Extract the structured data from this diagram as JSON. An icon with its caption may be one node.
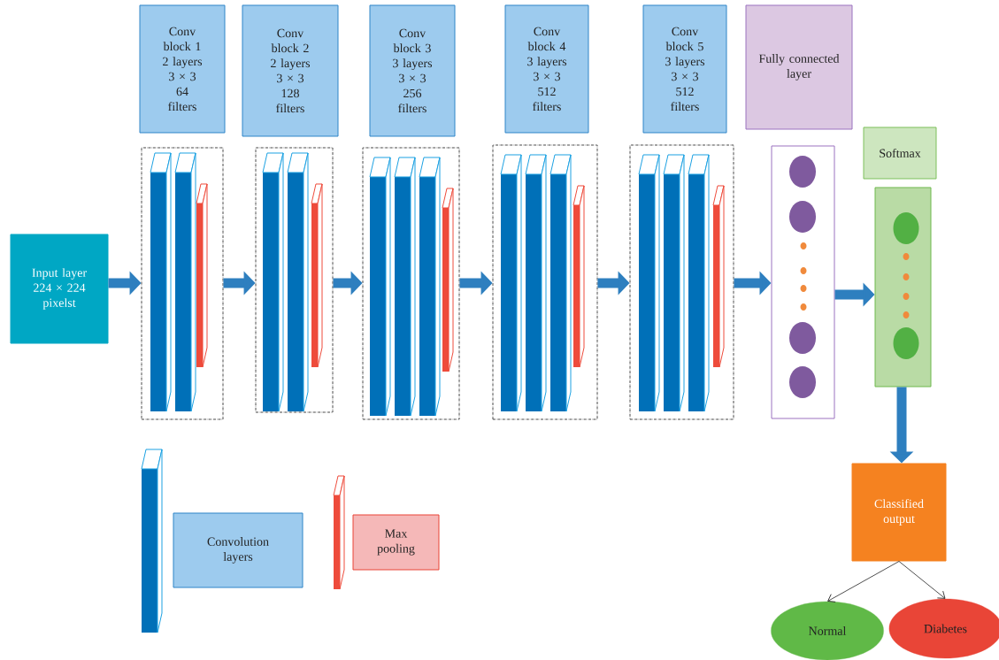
{
  "diagram": {
    "nodes": [
      {
        "text": [
          "Input layer 224 × 224 pixelst"
        ]
      },
      {
        "text": [
          "Conv block 1",
          "2 layers",
          "3 × 3",
          "64 filters"
        ]
      },
      {
        "text": [
          "Conv block 2",
          "2 layers",
          "3 × 3",
          "128 filters"
        ]
      },
      {
        "text": [
          "Conv block 3",
          "3 layers",
          "3 × 3",
          "256 filters"
        ]
      },
      {
        "text": [
          "Conv block 4",
          "3 layers",
          "3 × 3",
          "512 filters"
        ]
      },
      {
        "text": [
          "Conv block 5",
          "3 layers",
          "3 × 3",
          "512 filters"
        ]
      },
      {
        "text": [],
        "shape": "box"
      },
      {
        "text": [],
        "shape": "box"
      },
      {
        "text": [],
        "shape": "box"
      },
      {
        "text": [],
        "shape": "box"
      },
      {
        "text": [],
        "shape": "box"
      },
      {
        "text": [
          "Fully connected layer"
        ]
      },
      {
        "text": [],
        "shape": "box"
      },
      {
        "text": [
          "Softmax"
        ]
      },
      {
        "text": [],
        "shape": "box"
      },
      {
        "text": [
          "Classified output"
        ]
      },
      {
        "text": [
          "Normal"
        ]
      },
      {
        "text": [
          "Diabetes"
        ]
      }
    ],
    "edges": [
      {
        "from": 0,
        "to": 6,
        "arrow": "to"
      },
      {
        "from": 6,
        "to": 7,
        "arrow": "to"
      },
      {
        "from": 7,
        "to": 8,
        "arrow": "to"
      },
      {
        "from": 8,
        "to": 9,
        "arrow": "to"
      },
      {
        "from": 9,
        "to": 10,
        "arrow": "to"
      },
      {
        "from": 10,
        "to": 12,
        "arrow": "to"
      },
      {
        "from": 12,
        "to": 14,
        "arrow": "to"
      },
      {
        "from": 14,
        "to": 15,
        "arrow": "to"
      },
      {
        "from": 15,
        "to": 16,
        "arrow": "to",
        "color": "#222222"
      },
      {
        "from": 15,
        "to": 17,
        "arrow": "to",
        "color": "#222222"
      }
    ],
    "legend": [
      {
        "text": "Convolution layers"
      },
      {
        "text": "Max pooling"
      }
    ]
  }
}
